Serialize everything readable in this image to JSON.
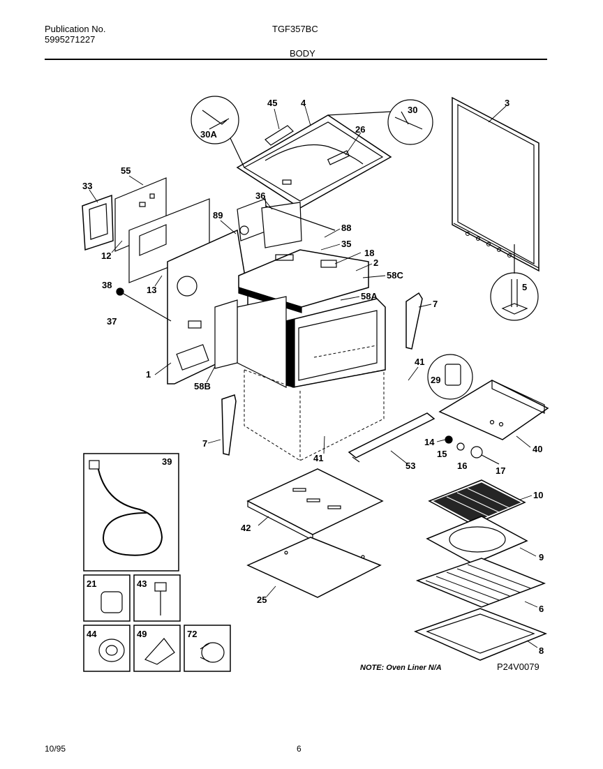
{
  "header": {
    "publication_label": "Publication No.",
    "publication_number": "5995271227",
    "model": "TGF357BC",
    "section": "BODY"
  },
  "callouts": [
    "45",
    "4",
    "30",
    "3",
    "30A",
    "26",
    "55",
    "33",
    "36",
    "89",
    "88",
    "35",
    "18",
    "2",
    "58C",
    "12",
    "13",
    "38",
    "37",
    "58A",
    "7",
    "5",
    "1",
    "58B",
    "41",
    "29",
    "40",
    "14",
    "15",
    "16",
    "17",
    "53",
    "39",
    "42",
    "10",
    "9",
    "25",
    "6",
    "8",
    "21",
    "43",
    "44",
    "49",
    "72"
  ],
  "note": "NOTE: Oven Liner N/A",
  "diagram_code": "P24V0079",
  "footer": {
    "date": "10/95",
    "page": "6"
  }
}
